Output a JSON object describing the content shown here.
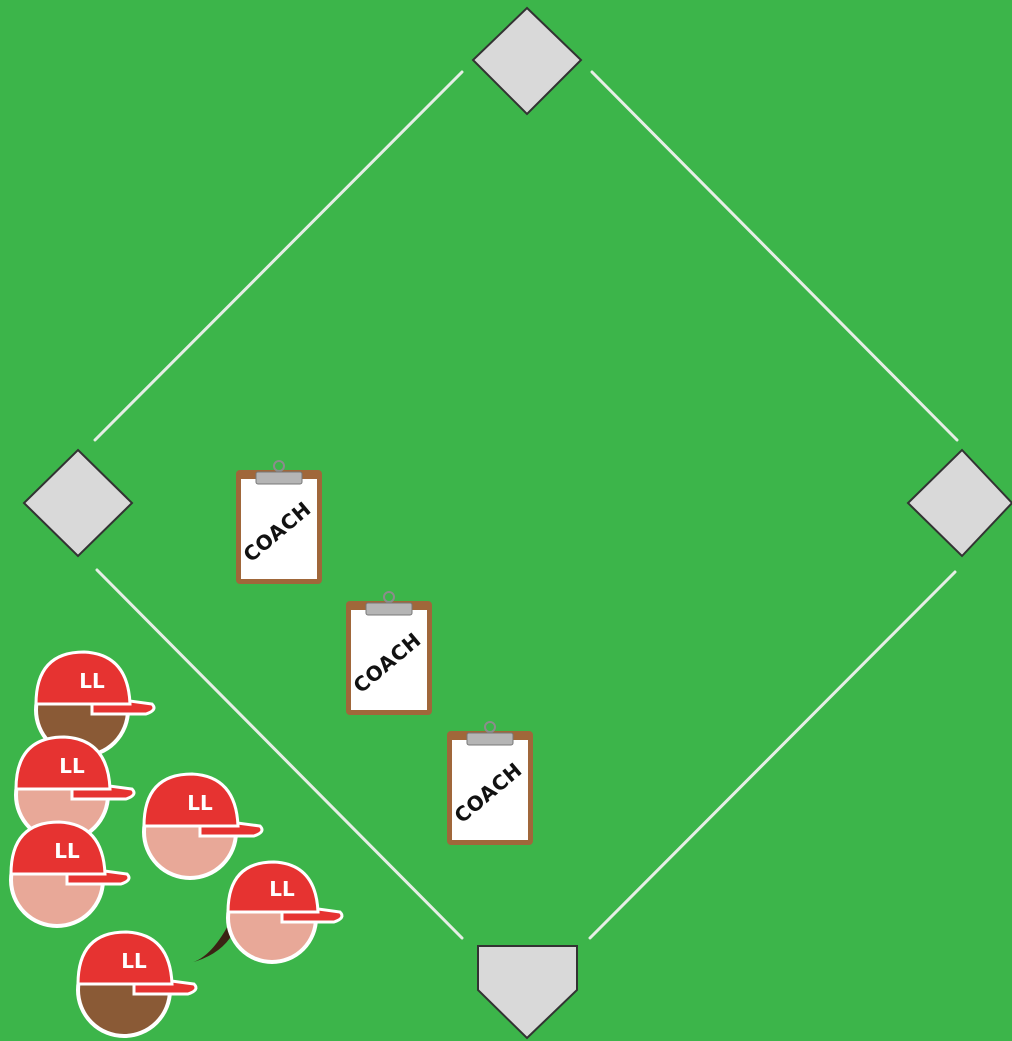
{
  "field": {
    "field_color": "#3cb54a",
    "line_color": "#e6eee6",
    "base_color": "#d9d9d9",
    "base_outline": "#333333"
  },
  "bases": [
    {
      "name": "second-base"
    },
    {
      "name": "third-base"
    },
    {
      "name": "first-base"
    },
    {
      "name": "home-plate"
    }
  ],
  "clipboards": [
    {
      "label": "COACH"
    },
    {
      "label": "COACH"
    },
    {
      "label": "COACH"
    }
  ],
  "players": [
    {
      "cap_text": "LL",
      "skin": "#8a5a36"
    },
    {
      "cap_text": "LL",
      "skin": "#e8a898"
    },
    {
      "cap_text": "LL",
      "skin": "#e8a898"
    },
    {
      "cap_text": "LL",
      "skin": "#e8a898"
    },
    {
      "cap_text": "LL",
      "skin": "#e8a898",
      "ponytail": "#3b2314"
    },
    {
      "cap_text": "LL",
      "skin": "#8a5a36"
    }
  ],
  "cap_color": "#e63331"
}
